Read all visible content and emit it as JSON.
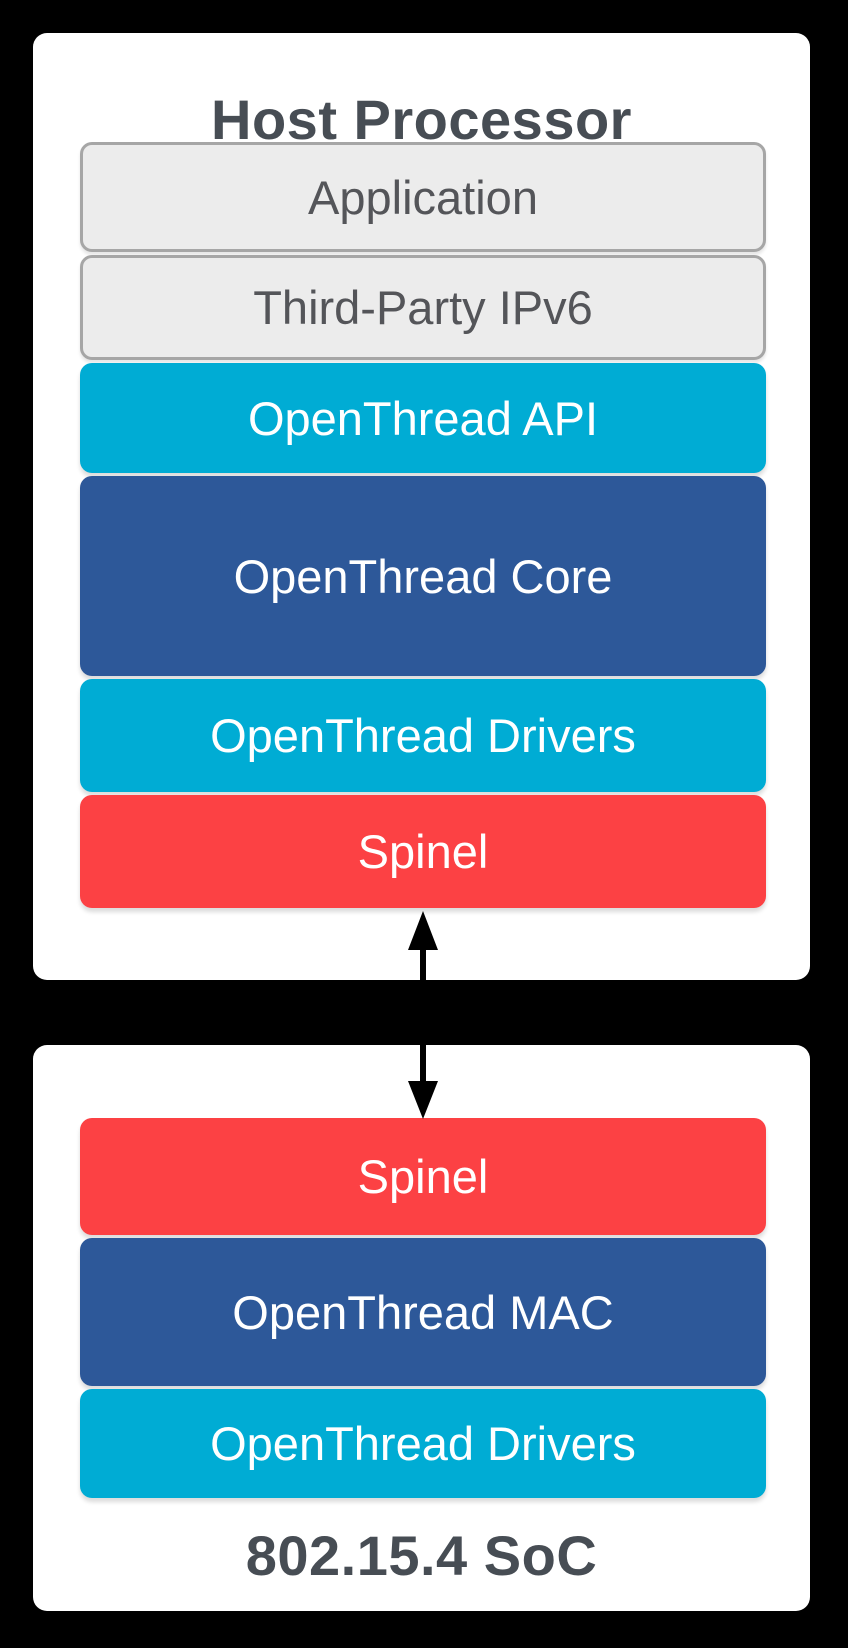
{
  "host_panel": {
    "title": "Host Processor",
    "layers": [
      {
        "label": "Application"
      },
      {
        "label": "Third-Party IPv6"
      },
      {
        "label": "OpenThread API"
      },
      {
        "label": "OpenThread Core"
      },
      {
        "label": "OpenThread Drivers"
      },
      {
        "label": "Spinel"
      }
    ]
  },
  "soc_panel": {
    "title": "802.15.4 SoC",
    "layers": [
      {
        "label": "Spinel"
      },
      {
        "label": "OpenThread MAC"
      },
      {
        "label": "OpenThread Drivers"
      }
    ]
  },
  "connector": {
    "type": "double-headed-vertical-arrow",
    "links": "Spinel (Host Processor) ↔ Spinel (802.15.4 SoC)"
  },
  "colors": {
    "canvas_background": "#000000",
    "panel_background": "#FFFFFF",
    "openthread_cyan": "#00ACD4",
    "openthread_blue": "#2D5899",
    "spinel_red": "#FC4144",
    "neutral_gray_fill": "#ECECEC",
    "neutral_gray_border": "#A6A6A6",
    "heading_text": "#474D54",
    "gray_layer_text": "#545559",
    "arrow_black": "#000000"
  }
}
